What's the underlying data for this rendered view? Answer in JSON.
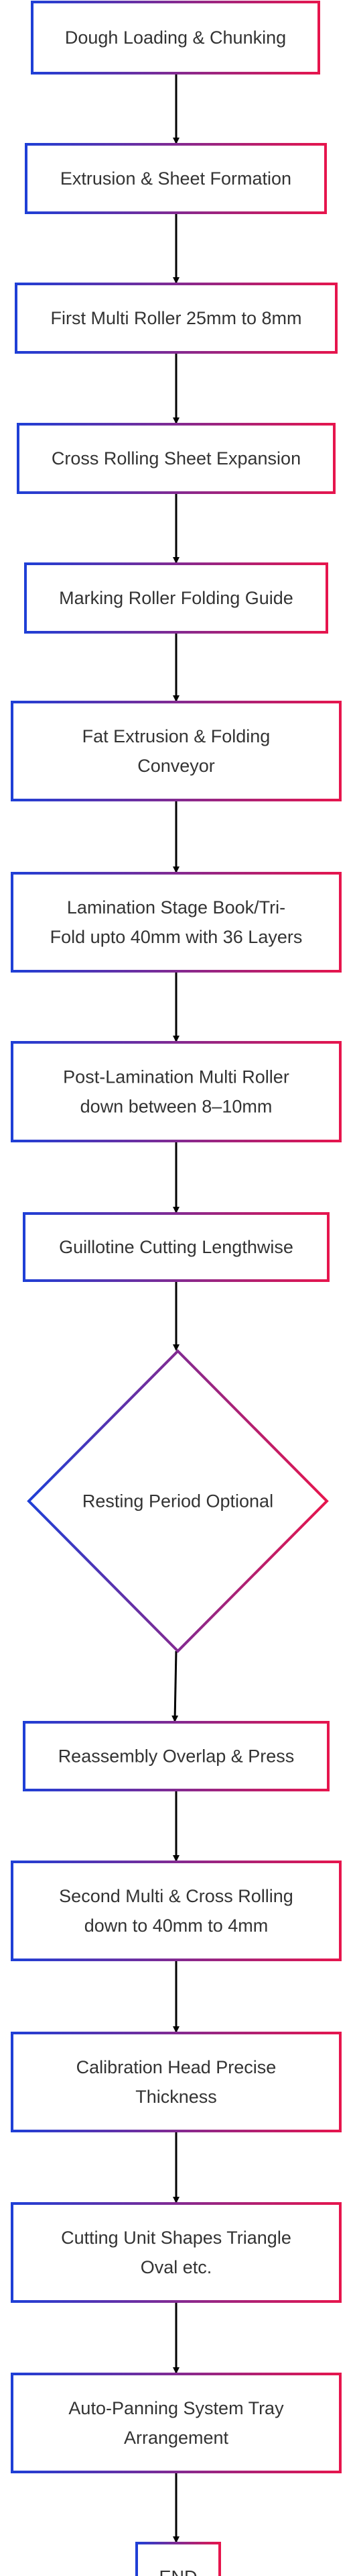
{
  "diagram": {
    "type": "flowchart",
    "direction": "top-down",
    "colors": {
      "border_gradient_start": "#1f3fd6",
      "border_gradient_end": "#e6154d",
      "arrow": "#000000",
      "text": "#333333",
      "background": "#ffffff"
    },
    "nodes": [
      {
        "id": "n1",
        "shape": "rect",
        "lines": [
          "Dough Loading & Chunking"
        ]
      },
      {
        "id": "n2",
        "shape": "rect",
        "lines": [
          "Extrusion & Sheet Formation"
        ]
      },
      {
        "id": "n3",
        "shape": "rect",
        "lines": [
          "First Multi Roller 25mm to 8mm"
        ]
      },
      {
        "id": "n4",
        "shape": "rect",
        "lines": [
          "Cross Rolling Sheet Expansion"
        ]
      },
      {
        "id": "n5",
        "shape": "rect",
        "lines": [
          "Marking Roller Folding Guide"
        ]
      },
      {
        "id": "n6",
        "shape": "rect",
        "lines": [
          "Fat Extrusion & Folding",
          "Conveyor"
        ]
      },
      {
        "id": "n7",
        "shape": "rect",
        "lines": [
          "Lamination Stage Book/Tri-",
          "Fold upto 40mm with 36 Layers"
        ]
      },
      {
        "id": "n8",
        "shape": "rect",
        "lines": [
          "Post-Lamination Multi Roller",
          "down between 8–10mm"
        ]
      },
      {
        "id": "n9",
        "shape": "rect",
        "lines": [
          "Guillotine Cutting Lengthwise"
        ]
      },
      {
        "id": "n10",
        "shape": "diamond",
        "lines": [
          "Resting Period Optional"
        ]
      },
      {
        "id": "n11",
        "shape": "rect",
        "lines": [
          "Reassembly Overlap & Press"
        ]
      },
      {
        "id": "n12",
        "shape": "rect",
        "lines": [
          "Second Multi & Cross Rolling",
          "down to 40mm to 4mm"
        ]
      },
      {
        "id": "n13",
        "shape": "rect",
        "lines": [
          "Calibration Head Precise",
          "Thickness"
        ]
      },
      {
        "id": "n14",
        "shape": "rect",
        "lines": [
          "Cutting Unit Shapes Triangle",
          "Oval etc."
        ]
      },
      {
        "id": "n15",
        "shape": "rect",
        "lines": [
          "Auto-Panning System Tray",
          "Arrangement"
        ]
      },
      {
        "id": "n16",
        "shape": "rect",
        "lines": [
          "END"
        ]
      }
    ],
    "edges": [
      [
        "n1",
        "n2"
      ],
      [
        "n2",
        "n3"
      ],
      [
        "n3",
        "n4"
      ],
      [
        "n4",
        "n5"
      ],
      [
        "n5",
        "n6"
      ],
      [
        "n6",
        "n7"
      ],
      [
        "n7",
        "n8"
      ],
      [
        "n8",
        "n9"
      ],
      [
        "n9",
        "n10"
      ],
      [
        "n10",
        "n11"
      ],
      [
        "n11",
        "n12"
      ],
      [
        "n12",
        "n13"
      ],
      [
        "n13",
        "n14"
      ],
      [
        "n14",
        "n15"
      ],
      [
        "n15",
        "n16"
      ]
    ]
  }
}
